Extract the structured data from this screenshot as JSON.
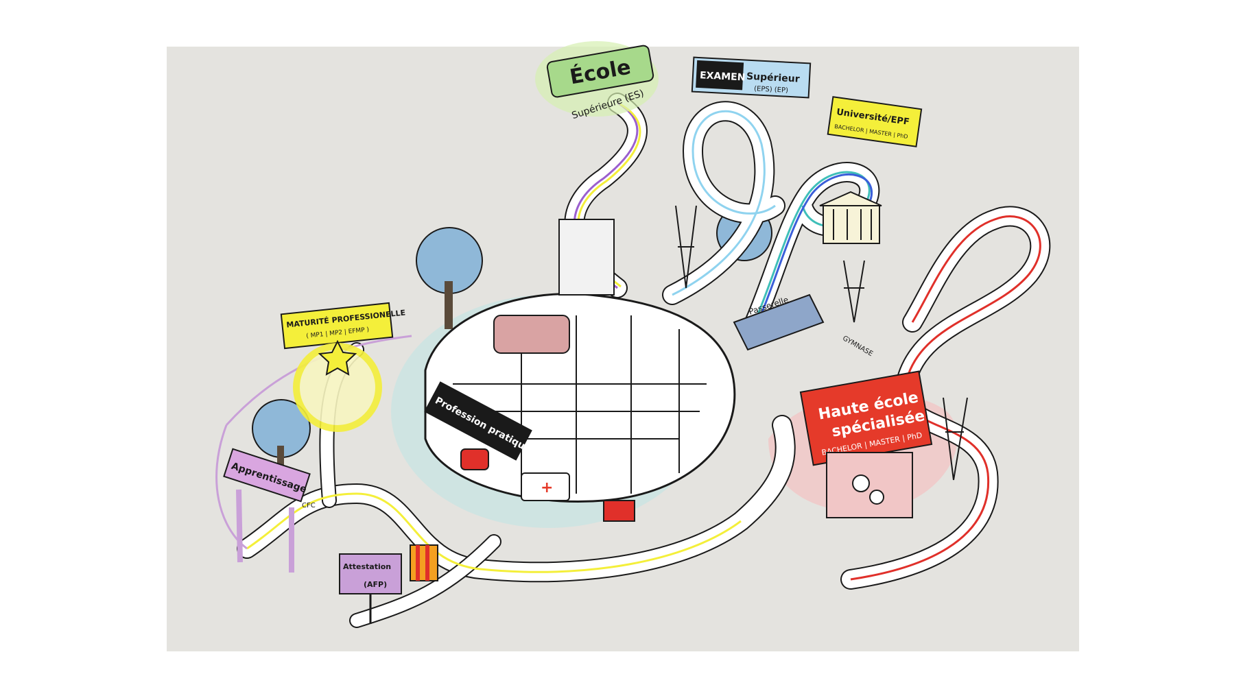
{
  "colors": {
    "panel_bg": "#e4e3df",
    "road": "#ffffff",
    "outline": "#1a1a1a",
    "pink": "#c9a0d8",
    "yellow": "#f4ef3a",
    "green_sign": "#a7d98b",
    "blue_sign": "#b9dcf1",
    "red_sign": "#e53a2a",
    "track_red": "#e0302a",
    "track_blue": "#3b5fd9",
    "track_teal": "#3fbfb9",
    "track_purple": "#9b5fcf",
    "track_lightblue": "#8fd3ef",
    "tree": "#8fb8d8",
    "pink_blob": "#f1c6c6"
  },
  "signs": {
    "ecole": {
      "title": "École",
      "subtitle": "Supérieure (ES)"
    },
    "examen": {
      "part1": "EXAMEN",
      "part2": "Supérieur",
      "codes": "(EPS) (EP)"
    },
    "universite": {
      "title": "Université/EPF",
      "degrees": "BACHELOR | MASTER | PhD"
    },
    "maturite": {
      "title": "MATURITÉ PROFESSIONELLE",
      "codes": "( MP1 | MP2 | EFMP )"
    },
    "apprentissage": {
      "title": "Apprentissage",
      "code": "CFC"
    },
    "pratique": {
      "title": "Profession pratique"
    },
    "hes": {
      "title_line1": "Haute école",
      "title_line2": "spécialisée",
      "degrees": "BACHELOR | MASTER | PhD"
    },
    "attestation": {
      "title": "Attestation",
      "code": "(AFP)"
    },
    "passerelle": {
      "title": "Passerelle"
    },
    "gymnase": {
      "title": "GYMNASE"
    }
  }
}
